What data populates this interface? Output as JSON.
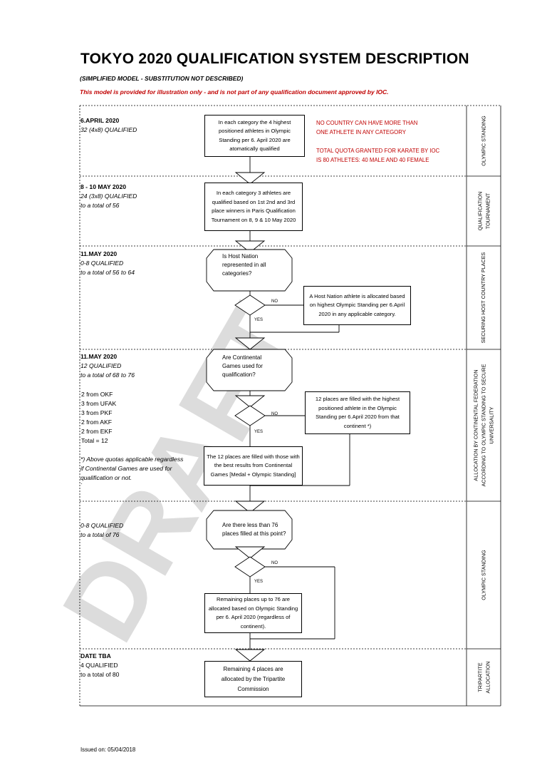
{
  "title": "TOKYO 2020 QUALIFICATION SYSTEM DESCRIPTION",
  "subtitle": "(SIMPLIFIED MODEL - SUBSTITUTION NOT DESCRIBED)",
  "disclaimer": "This model is provided for illustration only - and is not part of any qualification document approved by IOC.",
  "watermark": "DRAFT",
  "sections": [
    {
      "date": "6.APRIL 2020",
      "line2": "32 (4x8) QUALIFIED",
      "line3": "",
      "side": "OLYMPIC STANDING"
    },
    {
      "date": "8 - 10 MAY 2020",
      "line2": "24 (3x8) QUALIFIED",
      "line3": "to a total of 56",
      "side_1": "QUALIFICATION",
      "side_2": "TOURNAMENT"
    },
    {
      "date": "11.MAY 2020",
      "line2": "0-8 QUALIFIED",
      "line3": "to a total of 56 to 64",
      "side": "SECURING HOST COUNTRY PLACES"
    },
    {
      "date": "11.MAY 2020",
      "line2": "12 QUALIFIED",
      "line3": "to a total of 68 to 76",
      "quotas": [
        "2 from OKF",
        "3 from UFAK",
        "3 from PKF",
        "2 from AKF",
        "2 from EKF",
        "Total = 12"
      ],
      "note": [
        "*) Above quotas applicable regardless",
        "if Continental Games are used for",
        "qualification or not."
      ],
      "side_1": "ALLOCATION BY CONTINENTAL FEDERATION",
      "side_2": "ACCORDING TO OLYMPIC STANDING TO SECURE",
      "side_3": "UNIVERSALITY"
    },
    {
      "date": "",
      "line2": "0-8 QUALIFIED",
      "line3": "to a total of 76",
      "side": "OLYMPIC STANDING"
    },
    {
      "date": "DATE TBA",
      "line2": "4 QUALIFIED",
      "line3": "to a total of 80",
      "side_1": "TRIPARTITE",
      "side_2": "ALLOCATION"
    }
  ],
  "boxes": {
    "b1": "In each category the 4 highest positioned athletes in Olympic Standing per 6. April 2020 are atomatically qualified",
    "b2": "In each category 3 athletes are qualified based on 1st 2nd and 3rd place winners in Paris Qualification Tournament on 8, 9 & 10 May 2020",
    "q1": "Is Host Nation represented in all categories?",
    "host": "A Host Nation athlete is allocated based on highest Olympic Standing per 6.April 2020 in any applicable category.",
    "q2": "Are Continental Games used for qualification?",
    "twelve_os": "12 places are filled with the highest positioned athlete in the Olympic Standing per 6.April 2020 from that continent *)",
    "twelve_cg": "The 12 places are filled with those with the best results from Continental Games [Medal + Olympic Standing]",
    "q3": "Are there less than 76 places filled at this point?",
    "remaining76": "Remaining places up to 76 are allocated based on Olympic Standing per 6. April 2020 (regardless of continent).",
    "remaining4": "Remaining 4 places are allocated by the Tripartite Commission"
  },
  "red_notes": [
    "NO COUNTRY CAN HAVE MORE THAN",
    "ONE ATHLETE IN ANY CATEGORY",
    "TOTAL QUOTA GRANTED FOR KARATE BY IOC",
    "IS 80 ATHLETES: 40 MALE AND 40 FEMALE"
  ],
  "decision_labels": {
    "no": "NO",
    "yes": "YES"
  },
  "stray_mark": "`",
  "issued": "Issued on: 05/04/2018",
  "colors": {
    "red": "#c00000",
    "watermark": "#d9d9d9"
  }
}
